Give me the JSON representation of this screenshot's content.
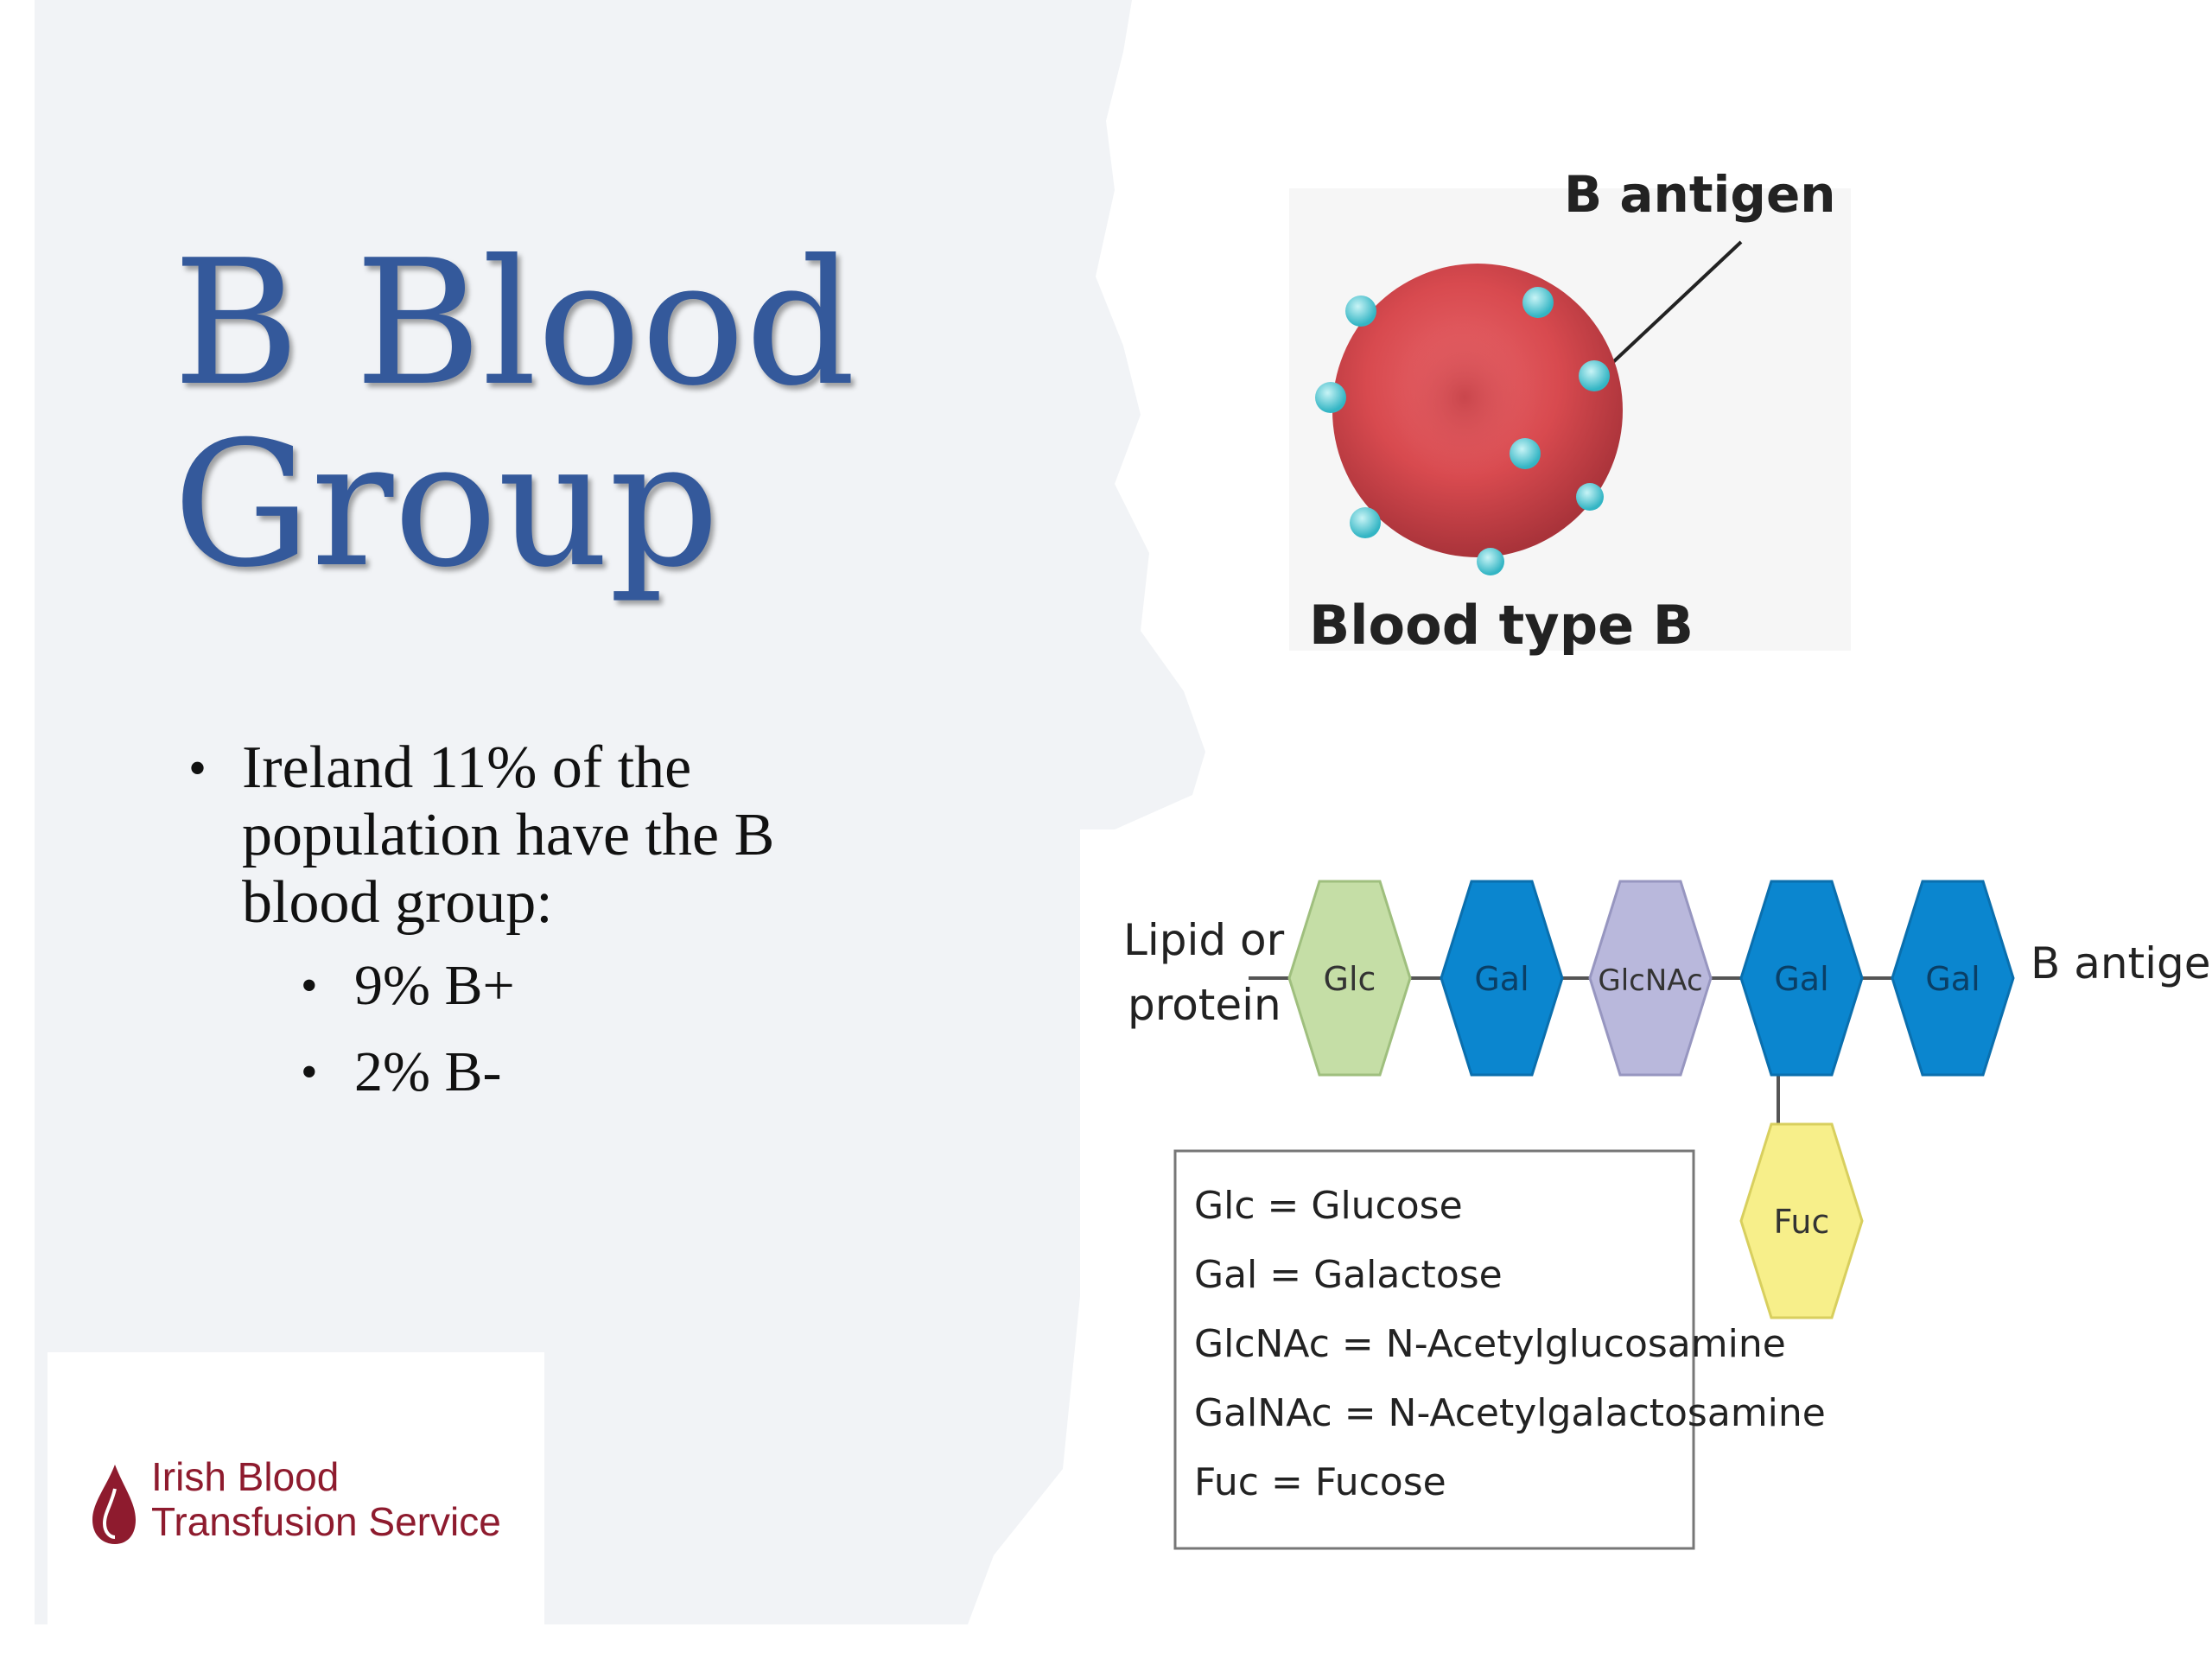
{
  "slide": {
    "title_line1": "B Blood",
    "title_line2": "Group",
    "bullet_text": "Ireland 11% of the population have the B blood group:",
    "sub_bullets": [
      "9% B+",
      "2% B-"
    ]
  },
  "logo": {
    "line1": "Irish Blood",
    "line2": "Transfusion Service"
  },
  "cell_figure": {
    "antigen_label": "B antigen",
    "caption": "Blood type B"
  },
  "chain_figure": {
    "lipid_label_line1": "Lipid or",
    "lipid_label_line2": "protein",
    "antigen_label": "B antigen",
    "sugars": [
      "Glc",
      "Gal",
      "GlcNAc",
      "Gal",
      "Gal"
    ],
    "branch_sugar": "Fuc",
    "legend": [
      "Glc = Glucose",
      "Gal = Galactose",
      "GlcNAc = N-Acetylglucosamine",
      "GalNAc = N-Acetylgalactosamine",
      "Fuc = Fucose"
    ]
  },
  "colors": {
    "title": "#34599b",
    "background_panel": "#f1f3f6",
    "logo_red": "#8e1b2e",
    "glc": "#c5dea6",
    "gal": "#0b86cf",
    "glcnac": "#b9b8dc",
    "fuc": "#f7ef8a"
  }
}
